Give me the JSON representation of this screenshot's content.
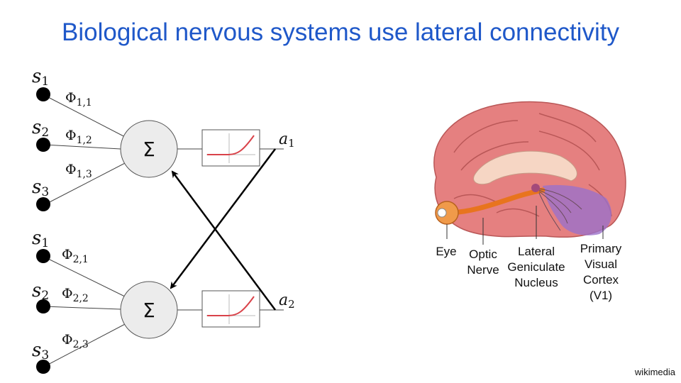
{
  "slide": {
    "title": "Biological nervous systems use lateral connectivity",
    "credit": "wikimedia"
  },
  "network": {
    "units": [
      {
        "inputs": [
          "1",
          "2",
          "3"
        ],
        "weights": [
          "1,1",
          "1,2",
          "1,3"
        ],
        "sum_symbol": "Σ",
        "output_sub": "1"
      },
      {
        "inputs": [
          "1",
          "2",
          "3"
        ],
        "weights": [
          "2,1",
          "2,2",
          "2,3"
        ],
        "sum_symbol": "Σ",
        "output_sub": "2"
      }
    ],
    "input_letter": "s",
    "weight_letter": "Φ",
    "output_letter": "a",
    "activation_color": "#d9434a",
    "arrow_color": "#000000"
  },
  "brain": {
    "labels": {
      "eye": "Eye",
      "optic_1": "Optic",
      "optic_2": "Nerve",
      "lgn_1": "Lateral",
      "lgn_2": "Geniculate",
      "lgn_3": "Nucleus",
      "v1_1": "Primary",
      "v1_2": "Visual",
      "v1_3": "Cortex",
      "v1_4": "(V1)"
    },
    "colors": {
      "cortex": "#e58080",
      "white_matter": "#f6d6c4",
      "optic_nerve": "#e8741e",
      "visual_cortex": "#9b70c9"
    }
  }
}
